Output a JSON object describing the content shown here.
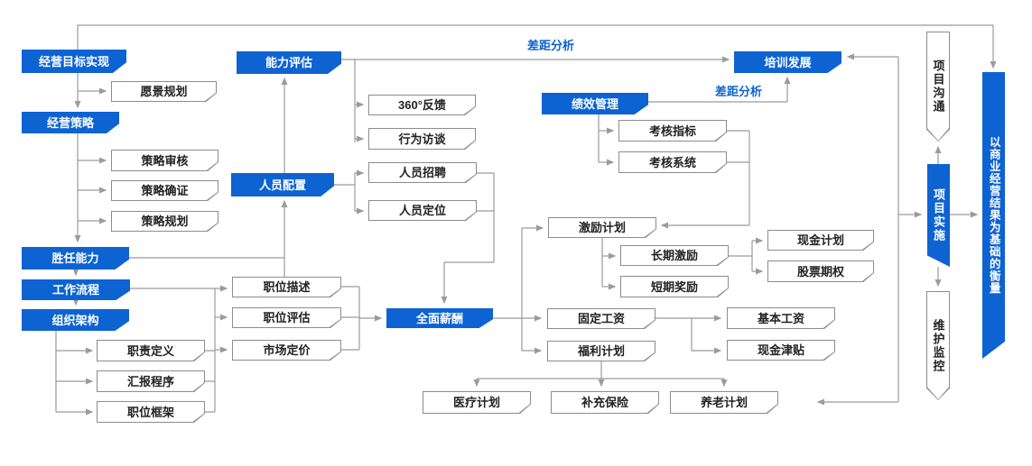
{
  "colors": {
    "primary_blue": "#0e63d2",
    "line_gray": "#9b9b9b",
    "box_border": "#8c8c8c",
    "box_text": "#222222"
  },
  "nodes": {
    "goal": "经营目标实现",
    "vision": "愿景规划",
    "strategy": "经营策略",
    "strategy_review": "策略审核",
    "strategy_confirm": "策略确证",
    "strategy_plan": "策略规划",
    "competency": "胜任能力",
    "workflow": "工作流程",
    "org": "组织架构",
    "duty": "职责定义",
    "reporting": "汇报程序",
    "position_frame": "职位框架",
    "ability_eval": "能力评估",
    "feedback360": "360°反馈",
    "behavior_interview": "行为访谈",
    "staffing": "人员配置",
    "recruiting": "人员招聘",
    "positioning": "人员定位",
    "job_desc": "职位描述",
    "job_eval": "职位评估",
    "market_pricing": "市场定价",
    "total_comp": "全面薪酬",
    "performance": "绩效管理",
    "kpi": "考核指标",
    "appraisal_system": "考核系统",
    "incentive": "激励计划",
    "long_term": "长期激励",
    "short_term": "短期奖励",
    "cash_plan": "现金计划",
    "stock_option": "股票期权",
    "fixed_salary": "固定工资",
    "welfare": "福利计划",
    "base_salary": "基本工资",
    "cash_allowance": "现金津贴",
    "medical": "医疗计划",
    "supp_insurance": "补充保险",
    "pension": "养老计划",
    "training": "培训发展",
    "gap_top": "差距分析",
    "gap_mid": "差距分析",
    "comm": "项目沟通",
    "implement": "项目实施",
    "maintain": "维护监控",
    "measure": "以商业经营结果为基础的衡量"
  },
  "edges": [
    "经营目标实现 → 以商业经营结果为基础的衡量",
    "经营目标实现 → 愿景规划",
    "经营目标实现 → 经营策略",
    "经营策略 → 策略审核",
    "经营策略 → 策略确证",
    "经营策略 → 策略规划",
    "经营策略 → 胜任能力",
    "胜任能力 → 工作流程",
    "工作流程 → 组织架构",
    "组织架构 → 职责定义",
    "组织架构 → 汇报程序",
    "组织架构 → 职位框架",
    "胜任能力 → 人员配置",
    "胜任能力 → 职位描述",
    "人员配置 → 能力评估",
    "能力评估 → 360°反馈",
    "能力评估 → 行为访谈",
    "能力评估 → 培训发展 (差距分析)",
    "人员配置 → 人员招聘",
    "人员配置 → 人员定位",
    "人员招聘/人员定位 → 全面薪酬",
    "工作流程 → 职位描述",
    "职责定义/汇报程序/职位框架 → 职位评估/市场定价",
    "职位描述/职位评估/市场定价 → 全面薪酬",
    "全面薪酬 → 激励计划",
    "全面薪酬 → 固定工资",
    "全面薪酬 → 福利计划",
    "绩效管理 → 考核指标",
    "绩效管理 → 考核系统",
    "考核指标/考核系统 → 激励计划",
    "绩效管理 → 培训发展 (差距分析)",
    "激励计划 → 长期激励",
    "激励计划 → 短期奖励",
    "长期激励 → 现金计划",
    "长期激励 → 股票期权",
    "固定工资 → 基本工资",
    "固定工资 → 现金津贴",
    "福利计划 → 医疗计划",
    "福利计划 → 补充保险",
    "福利计划 → 养老计划",
    "实施总线 → 培训发展",
    "实施总线 → 项目实施",
    "项目实施 → 项目沟通",
    "项目实施 → 维护监控",
    "项目实施 → 以商业经营结果为基础的衡量"
  ]
}
